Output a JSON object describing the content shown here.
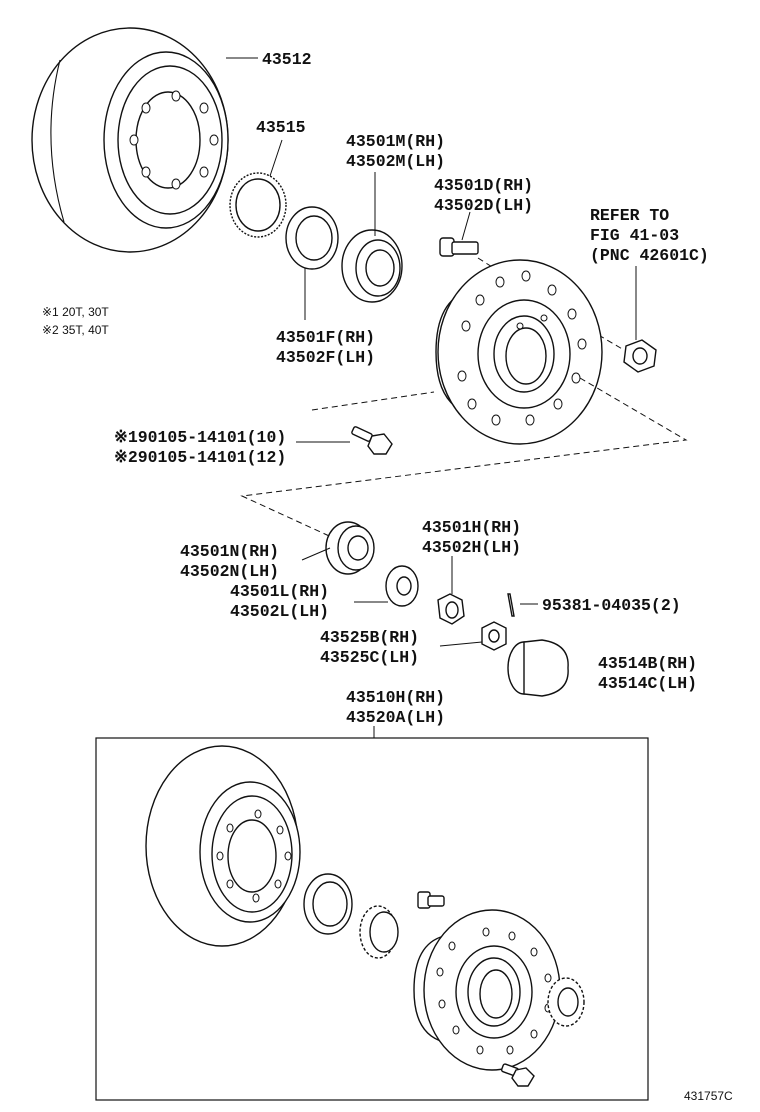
{
  "labels": {
    "p43512": "43512",
    "p43515": "43515",
    "p43501m": "43501M(RH)",
    "p43502m": "43502M(LH)",
    "p43501d": "43501D(RH)",
    "p43502d": "43502D(LH)",
    "refer1": "REFER TO",
    "refer2": "FIG 41-03",
    "refer3": "(PNC 42601C)",
    "note1": "※1 20T, 30T",
    "note2": "※2 35T, 40T",
    "p43501f": "43501F(RH)",
    "p43502f": "43502F(LH)",
    "bolt1": "※190105-14101(10)",
    "bolt2": "※290105-14101(12)",
    "p43501h": "43501H(RH)",
    "p43502h": "43502H(LH)",
    "p43501n": "43501N(RH)",
    "p43502n": "43502N(LH)",
    "p95381": "95381-04035(2)",
    "p43501l": "43501L(RH)",
    "p43502l": "43502L(LH)",
    "p43525b": "43525B(RH)",
    "p43525c": "43525C(LH)",
    "p43514b": "43514B(RH)",
    "p43514c": "43514C(LH)",
    "p43510h": "43510H(RH)",
    "p43520a": "43520A(LH)",
    "figure_id": "431757C"
  }
}
